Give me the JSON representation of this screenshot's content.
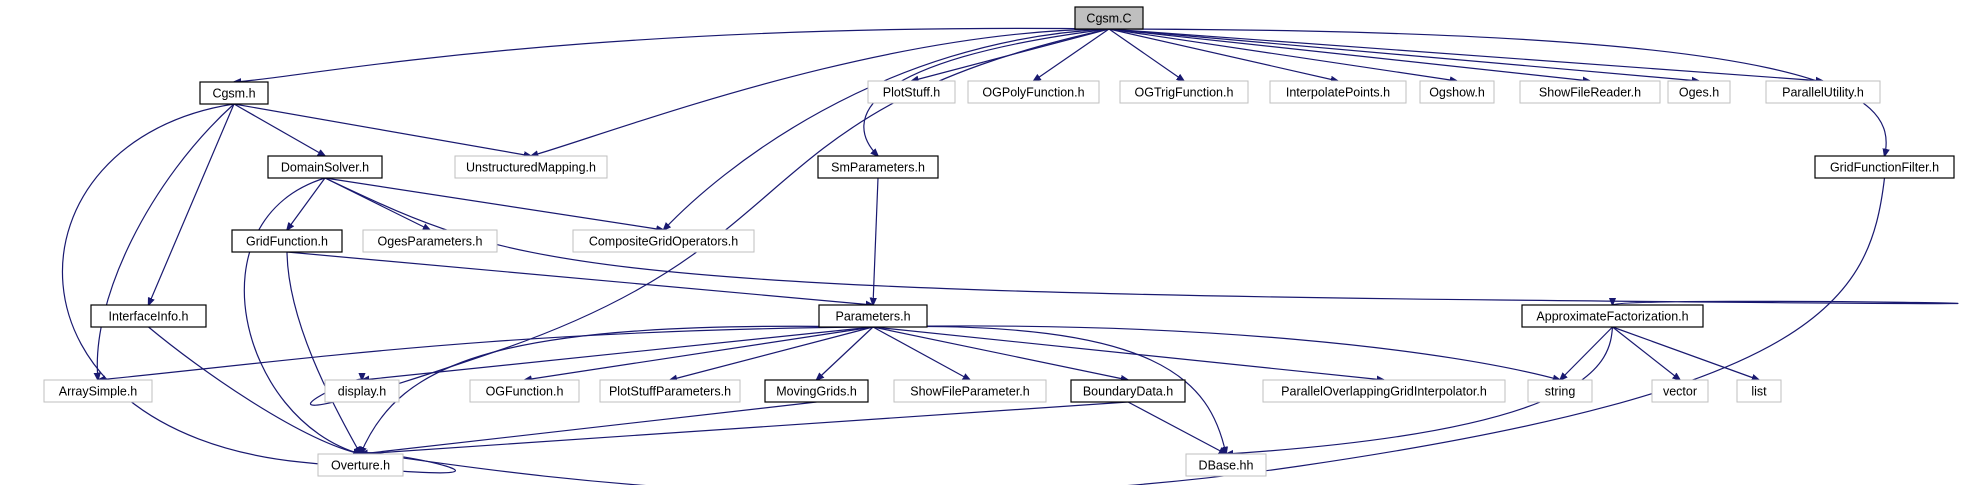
{
  "graph": {
    "nodes": [
      {
        "id": "cgsm_c",
        "label": "Cgsm.C",
        "kind": "root"
      },
      {
        "id": "cgsm_h",
        "label": "Cgsm.h",
        "kind": "doc"
      },
      {
        "id": "unstructured",
        "label": "UnstructuredMapping.h",
        "kind": "ext"
      },
      {
        "id": "plotstuff",
        "label": "PlotStuff.h",
        "kind": "ext"
      },
      {
        "id": "ogpoly",
        "label": "OGPolyFunction.h",
        "kind": "ext"
      },
      {
        "id": "ogtrig",
        "label": "OGTrigFunction.h",
        "kind": "ext"
      },
      {
        "id": "interp",
        "label": "InterpolatePoints.h",
        "kind": "ext"
      },
      {
        "id": "ogshow",
        "label": "Ogshow.h",
        "kind": "ext"
      },
      {
        "id": "showfilereader",
        "label": "ShowFileReader.h",
        "kind": "ext"
      },
      {
        "id": "oges",
        "label": "Oges.h",
        "kind": "ext"
      },
      {
        "id": "parutil",
        "label": "ParallelUtility.h",
        "kind": "ext"
      },
      {
        "id": "gffilter",
        "label": "GridFunctionFilter.h",
        "kind": "doc"
      },
      {
        "id": "domainsolver",
        "label": "DomainSolver.h",
        "kind": "doc"
      },
      {
        "id": "smparams",
        "label": "SmParameters.h",
        "kind": "doc"
      },
      {
        "id": "gridfunction",
        "label": "GridFunction.h",
        "kind": "doc"
      },
      {
        "id": "ogesparams",
        "label": "OgesParameters.h",
        "kind": "ext"
      },
      {
        "id": "cgops",
        "label": "CompositeGridOperators.h",
        "kind": "ext"
      },
      {
        "id": "interfaceinfo",
        "label": "InterfaceInfo.h",
        "kind": "doc"
      },
      {
        "id": "parameters",
        "label": "Parameters.h",
        "kind": "doc"
      },
      {
        "id": "approxfact",
        "label": "ApproximateFactorization.h",
        "kind": "doc"
      },
      {
        "id": "arraysimple",
        "label": "ArraySimple.h",
        "kind": "ext"
      },
      {
        "id": "display",
        "label": "display.h",
        "kind": "ext"
      },
      {
        "id": "ogfunction",
        "label": "OGFunction.h",
        "kind": "ext"
      },
      {
        "id": "plotstuffparams",
        "label": "PlotStuffParameters.h",
        "kind": "ext"
      },
      {
        "id": "movinggrids",
        "label": "MovingGrids.h",
        "kind": "doc"
      },
      {
        "id": "showfileparam",
        "label": "ShowFileParameter.h",
        "kind": "ext"
      },
      {
        "id": "boundarydata",
        "label": "BoundaryData.h",
        "kind": "doc"
      },
      {
        "id": "parovi",
        "label": "ParallelOverlappingGridInterpolator.h",
        "kind": "ext"
      },
      {
        "id": "string",
        "label": "string",
        "kind": "ext"
      },
      {
        "id": "vector",
        "label": "vector",
        "kind": "ext"
      },
      {
        "id": "list",
        "label": "list",
        "kind": "ext"
      },
      {
        "id": "overture",
        "label": "Overture.h",
        "kind": "ext"
      },
      {
        "id": "dbase",
        "label": "DBase.hh",
        "kind": "ext"
      }
    ],
    "edges": [
      [
        "cgsm_c",
        "cgsm_h"
      ],
      [
        "cgsm_c",
        "unstructured"
      ],
      [
        "cgsm_c",
        "plotstuff"
      ],
      [
        "cgsm_c",
        "ogpoly"
      ],
      [
        "cgsm_c",
        "ogtrig"
      ],
      [
        "cgsm_c",
        "interp"
      ],
      [
        "cgsm_c",
        "ogshow"
      ],
      [
        "cgsm_c",
        "showfilereader"
      ],
      [
        "cgsm_c",
        "oges"
      ],
      [
        "cgsm_c",
        "parutil"
      ],
      [
        "cgsm_c",
        "gffilter"
      ],
      [
        "cgsm_c",
        "smparams"
      ],
      [
        "cgsm_c",
        "cgops"
      ],
      [
        "cgsm_c",
        "display"
      ],
      [
        "cgsm_h",
        "domainsolver"
      ],
      [
        "cgsm_h",
        "unstructured"
      ],
      [
        "cgsm_h",
        "interfaceinfo"
      ],
      [
        "cgsm_h",
        "arraysimple"
      ],
      [
        "cgsm_h",
        "overture"
      ],
      [
        "domainsolver",
        "gridfunction"
      ],
      [
        "domainsolver",
        "ogesparams"
      ],
      [
        "domainsolver",
        "cgops"
      ],
      [
        "domainsolver",
        "approxfact"
      ],
      [
        "domainsolver",
        "overture"
      ],
      [
        "gridfunction",
        "parameters"
      ],
      [
        "gridfunction",
        "overture"
      ],
      [
        "smparams",
        "parameters"
      ],
      [
        "parameters",
        "arraysimple"
      ],
      [
        "parameters",
        "display"
      ],
      [
        "parameters",
        "overture"
      ],
      [
        "parameters",
        "ogfunction"
      ],
      [
        "parameters",
        "plotstuffparams"
      ],
      [
        "parameters",
        "movinggrids"
      ],
      [
        "parameters",
        "showfileparam"
      ],
      [
        "parameters",
        "boundarydata"
      ],
      [
        "parameters",
        "parovi"
      ],
      [
        "parameters",
        "string"
      ],
      [
        "parameters",
        "dbase"
      ],
      [
        "movinggrids",
        "overture"
      ],
      [
        "boundarydata",
        "overture"
      ],
      [
        "boundarydata",
        "dbase"
      ],
      [
        "interfaceinfo",
        "overture"
      ],
      [
        "approxfact",
        "string"
      ],
      [
        "approxfact",
        "vector"
      ],
      [
        "approxfact",
        "list"
      ],
      [
        "approxfact",
        "dbase"
      ],
      [
        "gffilter",
        "overture"
      ]
    ]
  }
}
